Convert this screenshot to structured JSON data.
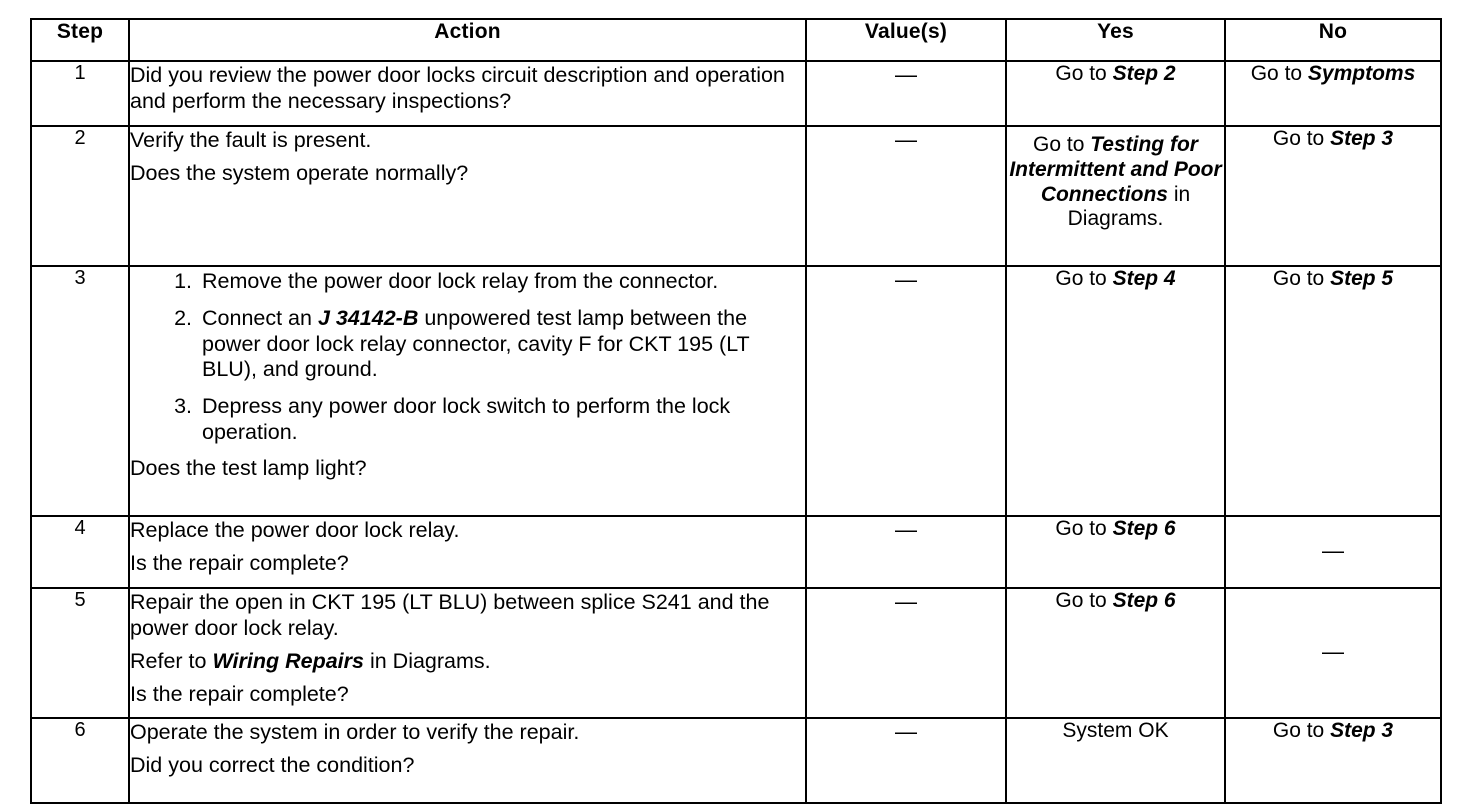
{
  "table": {
    "columns": [
      {
        "key": "step",
        "label": "Step"
      },
      {
        "key": "action",
        "label": "Action"
      },
      {
        "key": "value",
        "label": "Value(s)"
      },
      {
        "key": "yes",
        "label": "Yes"
      },
      {
        "key": "no",
        "label": "No"
      }
    ],
    "rows": [
      {
        "step": "1",
        "action_lines": [
          "Did you review the power door locks circuit description and operation and perform the necessary inspections?"
        ],
        "value": "—",
        "yes": "Go to Step 2",
        "yes_plain": "Go to ",
        "yes_italic": "Step 2",
        "no_plain": "Go to ",
        "no_italic": "Symptoms"
      },
      {
        "step": "2",
        "action_lines": [
          "Verify the fault is present.",
          "Does the system operate normally?"
        ],
        "value": "—",
        "yes_plain": "Go to ",
        "yes_italic": "Testing for Intermittent and Poor Connections",
        "yes_tail": "in Diagrams.",
        "no_plain": "Go to ",
        "no_italic": "Step 3"
      },
      {
        "step": "3",
        "list": [
          {
            "num": "1.",
            "text": "Remove the power door lock relay from the connector."
          },
          {
            "num": "2.",
            "pre": "Connect an ",
            "italic": "J 34142-B",
            "post": " unpowered test lamp between the power door lock relay connector, cavity F for CKT 195 (LT BLU), and ground."
          },
          {
            "num": "3.",
            "text": "Depress any power door lock switch to perform the lock operation."
          }
        ],
        "action_tail": "Does the test lamp light?",
        "value": "—",
        "yes_plain": "Go to ",
        "yes_italic": "Step 4",
        "no_plain": "Go to ",
        "no_italic": "Step 5"
      },
      {
        "step": "4",
        "action_lines": [
          "Replace the power door lock relay.",
          "Is the repair complete?"
        ],
        "value": "—",
        "yes_plain": "Go to ",
        "yes_italic": "Step 6",
        "no": "—"
      },
      {
        "step": "5",
        "action_lines": [
          "Repair the open in CKT 195 (LT BLU) between splice S241 and the power door lock relay."
        ],
        "refer_pre": "Refer to ",
        "refer_italic": "Wiring Repairs",
        "refer_post": " in Diagrams.",
        "action_tail": "Is the repair complete?",
        "value": "—",
        "yes_plain": "Go to ",
        "yes_italic": "Step 6",
        "no": "—"
      },
      {
        "step": "6",
        "action_lines": [
          "Operate the system in order to verify the repair.",
          "Did you correct the condition?"
        ],
        "value": "—",
        "yes": "System OK",
        "no_plain": "Go to ",
        "no_italic": "Step 3"
      }
    ]
  },
  "colors": {
    "border": "#000000",
    "text": "#000000",
    "background": "#ffffff"
  }
}
